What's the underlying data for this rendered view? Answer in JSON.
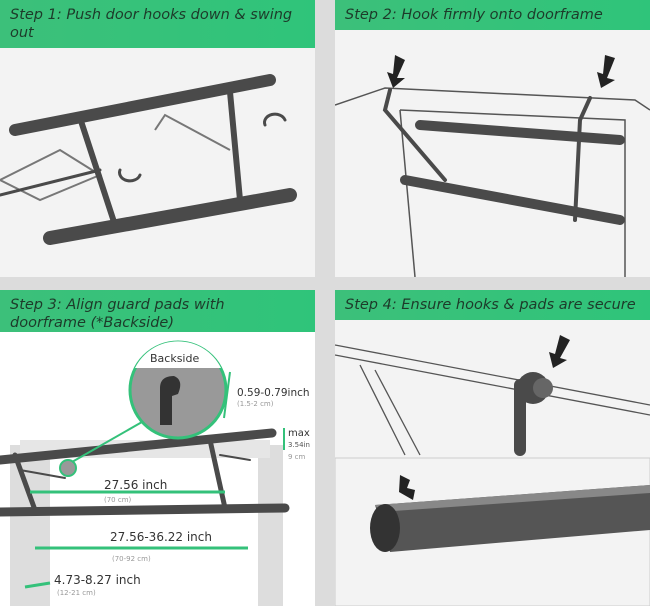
{
  "steps": [
    {
      "title": "Step 1: Push door hooks down & swing out"
    },
    {
      "title": "Step 2: Hook firmly onto doorframe"
    },
    {
      "title": "Step 3: Align guard pads with doorframe (*Backside)"
    },
    {
      "title": "Step 4: Ensure hooks & pads are secure"
    }
  ],
  "step3_labels": {
    "backside": "Backside",
    "gap": "0.59-0.79inch",
    "gap_cm": "(1.5-2 cm)",
    "max": "max",
    "max_in": "3.54in",
    "max_cm": "9 cm",
    "bar_width": "27.56 inch",
    "bar_width_cm": "(70 cm)",
    "door_width": "27.56-36.22 inch",
    "door_width_cm": "(70-92 cm)",
    "frame_depth": "4.73-8.27 inch",
    "frame_depth_cm": "(12-21 cm)"
  },
  "colors": {
    "accent": "#34c17a",
    "bar": "#4a4a4a"
  }
}
